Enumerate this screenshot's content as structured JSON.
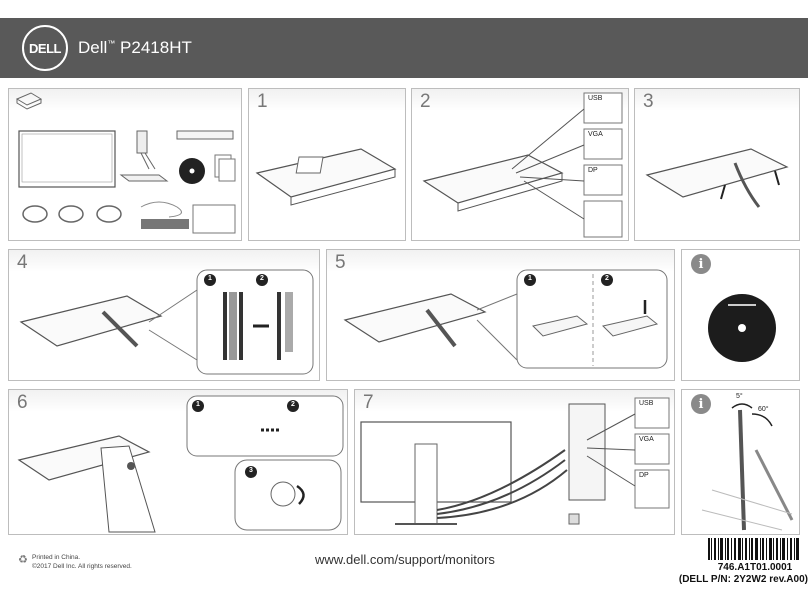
{
  "header": {
    "logo_text": "DELL",
    "brand": "Dell",
    "tm": "™",
    "model": "P2418HT"
  },
  "steps": {
    "s1": "1",
    "s2": "2",
    "s3": "3",
    "s4": "4",
    "s5": "5",
    "s6": "6",
    "s7": "7",
    "info": "i"
  },
  "connectors": {
    "usb": "USB",
    "vga": "VGA",
    "dp": "DP"
  },
  "callouts": {
    "one": "1",
    "two": "2",
    "three": "3"
  },
  "angles": {
    "tilt": "5°",
    "swivel": "60°"
  },
  "footer": {
    "printed": "Printed in China.",
    "copyright": "©2017 Dell Inc. All rights reserved.",
    "url": "www.dell.com/support/monitors",
    "part_number": "746.A1T01.0001",
    "dell_pn": "(DELL P/N: 2Y2W2 rev.A00)"
  },
  "colors": {
    "header_bg": "#595959",
    "panel_border": "#bdbdbd",
    "line": "#555555"
  }
}
